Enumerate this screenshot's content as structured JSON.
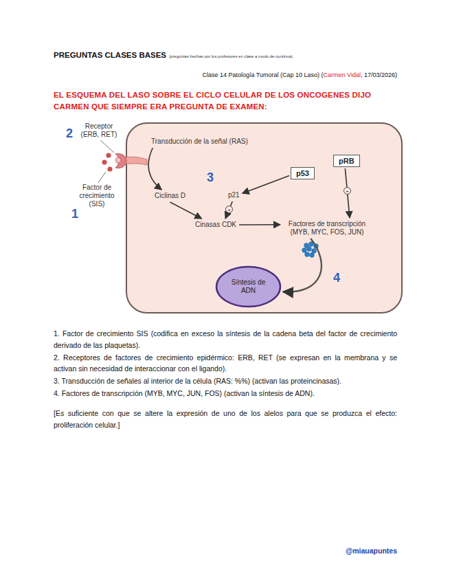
{
  "diagram": {
    "title": "EL ESQUEMA DEL LASO SOBRE EL CICLO CELULAR DE LOS ONCOGENES DIJO CARMEN QUE SIEMPRE ERA PREGUNTA DE EXAMEN:",
    "nodes": [
      {
        "text": [
          "3"
        ]
      },
      {
        "text": [
          "Receptor (ERB, RET)"
        ]
      },
      {
        "text": [
          "Factor de crecimiento (SIS)"
        ]
      },
      {
        "text": [
          "Transducción de la señal (RAS)"
        ],
        "in": 0
      },
      {
        "text": [
          "Ciclinas D"
        ],
        "in": 0
      },
      {
        "text": [
          "p53"
        ],
        "in": 0
      },
      {
        "text": [
          "pRB"
        ],
        "in": 0
      },
      {
        "text": [
          "p21"
        ],
        "in": 0
      },
      {
        "text": [
          "Cinasas CDK"
        ],
        "in": 0
      },
      {
        "text": [
          "Factores de transcripción (MYB, MYC, FOS, JUN)"
        ],
        "in": 0
      },
      {
        "text": [
          "Síntesis de ADN"
        ],
        "in": 0
      }
    ],
    "edges": [
      {
        "from": 3,
        "to": 4,
        "arrow": "to"
      },
      {
        "from": 4,
        "to": 8,
        "arrow": "to"
      },
      {
        "from": 5,
        "to": 7,
        "arrow": "to"
      },
      {
        "from": 7,
        "to": 8,
        "label": "-",
        "arrow": "to"
      },
      {
        "from": 6,
        "to": 9,
        "label": "-",
        "arrow": "to"
      },
      {
        "from": 8,
        "to": 9,
        "arrow": "to"
      },
      {
        "from": 9,
        "to": 10,
        "arrow": "to"
      }
    ],
    "labels": [
      "PREGUNTAS CLASES BASES",
      "(preguntas hechas por los profesores en clase a modo de continua).",
      "Clase 14 Patología Tumoral (Cap 10 Laso) (",
      "Carmen Vidal",
      ", 17/03/2026)",
      "1",
      "2",
      "4",
      "1. Factor de crecimiento SIS (codifica en exceso la síntesis de la cadena beta del factor de crecimiento derivado de las plaquetas).",
      "2. Receptores de factores de crecimiento epidérmico: ERB, RET (se expresan en la membrana y se activan sin necesidad de interaccionar con el ligando).",
      "3. Transducción de señales al interior de la célula (RAS: %%) (activan las proteincinasas).",
      "4. Factores de transcripción (MYB, MYC, JUN, FOS) (activan la síntesis de ADN).",
      "[Es suficiente con que se altere la expresión de uno de los alelos para que se produzca el efecto: proliferación celular.]",
      "@miauapuntes"
    ]
  }
}
